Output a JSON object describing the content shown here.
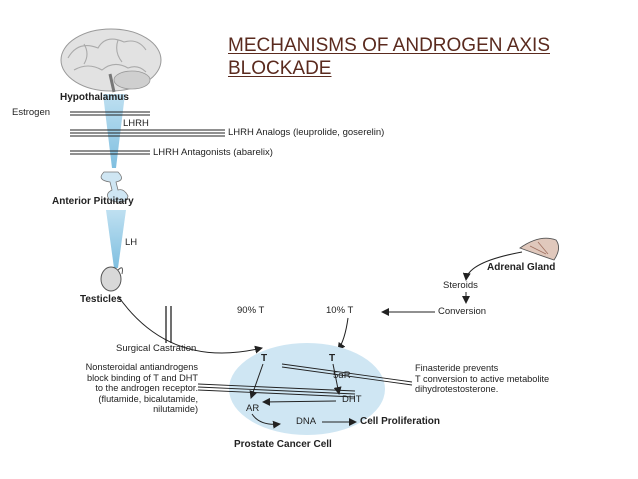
{
  "title": "MECHANISMS OF ANDROGEN AXIS BLOCKADE",
  "labels": {
    "hypothalamus": "Hypothalamus",
    "estrogen": "Estrogen",
    "lhrh": "LHRH",
    "lhrh_analogs": "LHRH Analogs (leuprolide, goserelin)",
    "lhrh_antagonists": "LHRH Antagonists (abarelix)",
    "anterior_pituitary": "Anterior Pituitary",
    "lh": "LH",
    "testicles": "Testicles",
    "surgical_castration": "Surgical Castration",
    "t90": "90% T",
    "t10": "10% T",
    "adrenal_gland": "Adrenal Gland",
    "steroids": "Steroids",
    "conversion": "Conversion",
    "cell_t1": "T",
    "cell_t2": "T",
    "five_alpha_r": "5αR",
    "dht": "DHT",
    "ar": "AR",
    "dna": "DNA",
    "cell_proliferation": "Cell Proliferation",
    "prostate_cancer_cell": "Prostate Cancer Cell",
    "antiandrogens_1": "Nonsteroidal antiandrogens",
    "antiandrogens_2": "block binding of T and DHT",
    "antiandrogens_3": "to the androgen receptor.",
    "antiandrogens_4": "(flutamide, bicalutamide,",
    "antiandrogens_5": "nilutamide)",
    "finasteride_1": "Finasteride prevents",
    "finasteride_2": "T conversion to active metabolite",
    "finasteride_3": "dihydrotestosterone."
  },
  "colors": {
    "title": "#5a2a1e",
    "cell_fill": "#cfe6f3",
    "arrow_fill": "#a9d3ea"
  }
}
